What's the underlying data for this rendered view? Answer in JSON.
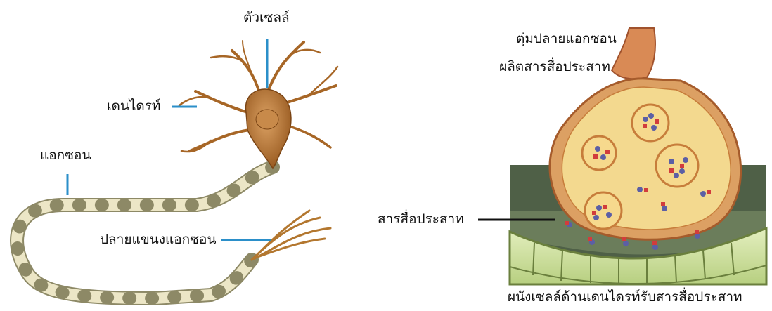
{
  "neuron": {
    "cell_body_label": "ตัวเซลล์",
    "dendrite_label": "เดนไดรท์",
    "axon_label": "แอกซอน",
    "axon_terminal_label": "ปลายแขนงแอกซอน"
  },
  "synapse": {
    "terminal_label_line1": "ตุ่มปลายแอกซอน",
    "terminal_label_line2": "ผลิตสารสื่อประสาท",
    "neurotransmitter_label": "สารสื่อประสาท",
    "postsynaptic_label": "ผนังเซลล์ด้านเดนไดรท์รับสารสื่อประสาท"
  },
  "colors": {
    "pointer_blue": "#2b8fc9",
    "pointer_black": "#111111",
    "cell_body": "#b9772f",
    "axon_segment": "#eae3c4",
    "terminal_fill": "#f3cf7e",
    "terminal_outline": "#c77d3b",
    "dendrite_wall": "#d7e7a7"
  }
}
